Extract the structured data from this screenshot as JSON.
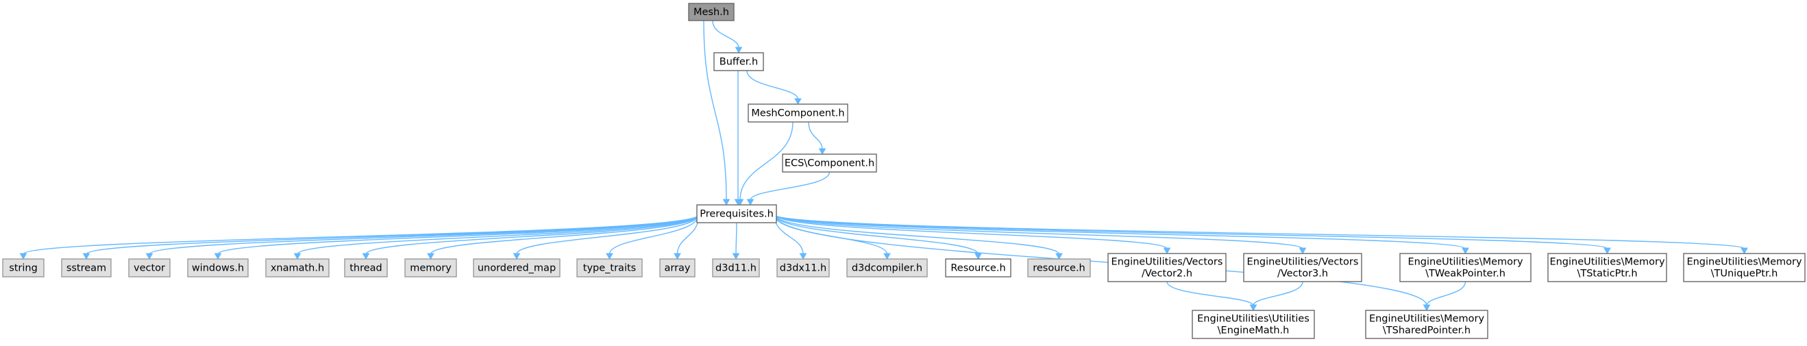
{
  "title": "Mesh.h",
  "colors": {
    "edge": "#63b8ff",
    "root_fill": "#999999",
    "root_border": "#666666",
    "local_fill": "#ffffff",
    "local_border": "#666666",
    "system_fill": "#e0e0e0",
    "system_border": "#999999"
  },
  "nodes": [
    {
      "id": "mesh",
      "lines": [
        "Mesh.h"
      ],
      "kind": "root"
    },
    {
      "id": "buffer",
      "lines": [
        "Buffer.h"
      ],
      "kind": "local"
    },
    {
      "id": "meshcomponent",
      "lines": [
        "MeshComponent.h"
      ],
      "kind": "local"
    },
    {
      "id": "ecscomponent",
      "lines": [
        "ECS\\Component.h"
      ],
      "kind": "local"
    },
    {
      "id": "prerequisites",
      "lines": [
        "Prerequisites.h"
      ],
      "kind": "local"
    },
    {
      "id": "string",
      "lines": [
        "string"
      ],
      "kind": "system"
    },
    {
      "id": "sstream",
      "lines": [
        "sstream"
      ],
      "kind": "system"
    },
    {
      "id": "vector",
      "lines": [
        "vector"
      ],
      "kind": "system"
    },
    {
      "id": "windows",
      "lines": [
        "windows.h"
      ],
      "kind": "system"
    },
    {
      "id": "xnamath",
      "lines": [
        "xnamath.h"
      ],
      "kind": "system"
    },
    {
      "id": "thread",
      "lines": [
        "thread"
      ],
      "kind": "system"
    },
    {
      "id": "memory",
      "lines": [
        "memory"
      ],
      "kind": "system"
    },
    {
      "id": "unordered_map",
      "lines": [
        "unordered_map"
      ],
      "kind": "system"
    },
    {
      "id": "type_traits",
      "lines": [
        "type_traits"
      ],
      "kind": "system"
    },
    {
      "id": "array",
      "lines": [
        "array"
      ],
      "kind": "system"
    },
    {
      "id": "d3d11",
      "lines": [
        "d3d11.h"
      ],
      "kind": "system"
    },
    {
      "id": "d3dx11",
      "lines": [
        "d3dx11.h"
      ],
      "kind": "system"
    },
    {
      "id": "d3dcompiler",
      "lines": [
        "d3dcompiler.h"
      ],
      "kind": "system"
    },
    {
      "id": "Resource",
      "lines": [
        "Resource.h"
      ],
      "kind": "local"
    },
    {
      "id": "resource_lc",
      "lines": [
        "resource.h"
      ],
      "kind": "system"
    },
    {
      "id": "vector2",
      "lines": [
        "EngineUtilities/Vectors",
        "/Vector2.h"
      ],
      "kind": "local"
    },
    {
      "id": "vector3",
      "lines": [
        "EngineUtilities/Vectors",
        "/Vector3.h"
      ],
      "kind": "local"
    },
    {
      "id": "tweak",
      "lines": [
        "EngineUtilities\\Memory",
        "\\TWeakPointer.h"
      ],
      "kind": "local"
    },
    {
      "id": "tstatic",
      "lines": [
        "EngineUtilities\\Memory",
        "\\TStaticPtr.h"
      ],
      "kind": "local"
    },
    {
      "id": "tunique",
      "lines": [
        "EngineUtilities\\Memory",
        "\\TUniquePtr.h"
      ],
      "kind": "local"
    },
    {
      "id": "enginemath",
      "lines": [
        "EngineUtilities\\Utilities",
        "\\EngineMath.h"
      ],
      "kind": "local"
    },
    {
      "id": "tshared",
      "lines": [
        "EngineUtilities\\Memory",
        "\\TSharedPointer.h"
      ],
      "kind": "local"
    }
  ],
  "edges": [
    {
      "from": "mesh",
      "to": "buffer"
    },
    {
      "from": "mesh",
      "to": "prerequisites"
    },
    {
      "from": "buffer",
      "to": "meshcomponent"
    },
    {
      "from": "buffer",
      "to": "prerequisites"
    },
    {
      "from": "meshcomponent",
      "to": "ecscomponent"
    },
    {
      "from": "meshcomponent",
      "to": "prerequisites"
    },
    {
      "from": "ecscomponent",
      "to": "prerequisites"
    },
    {
      "from": "prerequisites",
      "to": "string"
    },
    {
      "from": "prerequisites",
      "to": "sstream"
    },
    {
      "from": "prerequisites",
      "to": "vector"
    },
    {
      "from": "prerequisites",
      "to": "windows"
    },
    {
      "from": "prerequisites",
      "to": "xnamath"
    },
    {
      "from": "prerequisites",
      "to": "thread"
    },
    {
      "from": "prerequisites",
      "to": "memory"
    },
    {
      "from": "prerequisites",
      "to": "unordered_map"
    },
    {
      "from": "prerequisites",
      "to": "type_traits"
    },
    {
      "from": "prerequisites",
      "to": "array"
    },
    {
      "from": "prerequisites",
      "to": "d3d11"
    },
    {
      "from": "prerequisites",
      "to": "d3dx11"
    },
    {
      "from": "prerequisites",
      "to": "d3dcompiler"
    },
    {
      "from": "prerequisites",
      "to": "Resource"
    },
    {
      "from": "prerequisites",
      "to": "resource_lc"
    },
    {
      "from": "prerequisites",
      "to": "vector2"
    },
    {
      "from": "prerequisites",
      "to": "vector3"
    },
    {
      "from": "prerequisites",
      "to": "tweak"
    },
    {
      "from": "prerequisites",
      "to": "tstatic"
    },
    {
      "from": "prerequisites",
      "to": "tunique"
    },
    {
      "from": "prerequisites",
      "to": "tshared"
    },
    {
      "from": "vector2",
      "to": "enginemath"
    },
    {
      "from": "vector3",
      "to": "enginemath"
    },
    {
      "from": "tweak",
      "to": "tshared"
    }
  ]
}
